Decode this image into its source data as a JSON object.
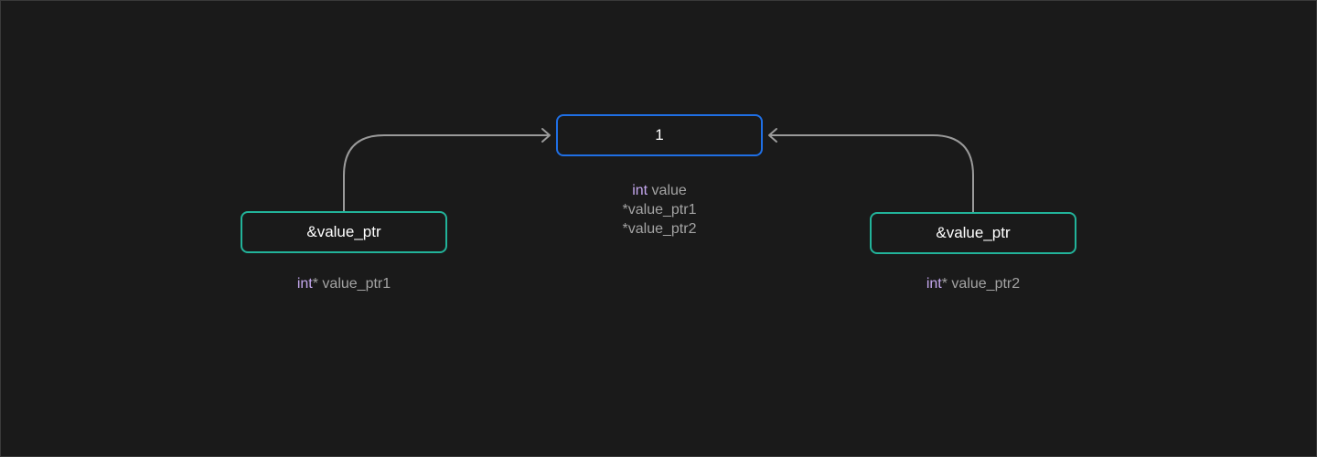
{
  "colors": {
    "background": "#1a1a1a",
    "frame_border": "#3a3a3a",
    "value_box_border": "#1f6fe5",
    "pointer_box_border": "#22b39a",
    "connector": "#9a9a9a",
    "node_text": "#ffffff",
    "caption_text": "#a3a3a3",
    "keyword": "#c4a7ee"
  },
  "value_node": {
    "label": "1",
    "caption_type": "int",
    "caption_name": " value",
    "caption_aliases": [
      "*value_ptr1",
      "*value_ptr2"
    ]
  },
  "pointer_nodes": [
    {
      "label": "&value_ptr",
      "caption_type": "int",
      "caption_rest": "* value_ptr1"
    },
    {
      "label": "&value_ptr",
      "caption_type": "int",
      "caption_rest": "* value_ptr2"
    }
  ],
  "connectors": [
    {
      "from": "pointer_nodes.0",
      "to": "value_node",
      "arrowhead": "arrow-head-icon"
    },
    {
      "from": "pointer_nodes.1",
      "to": "value_node",
      "arrowhead": "arrow-head-icon"
    }
  ]
}
